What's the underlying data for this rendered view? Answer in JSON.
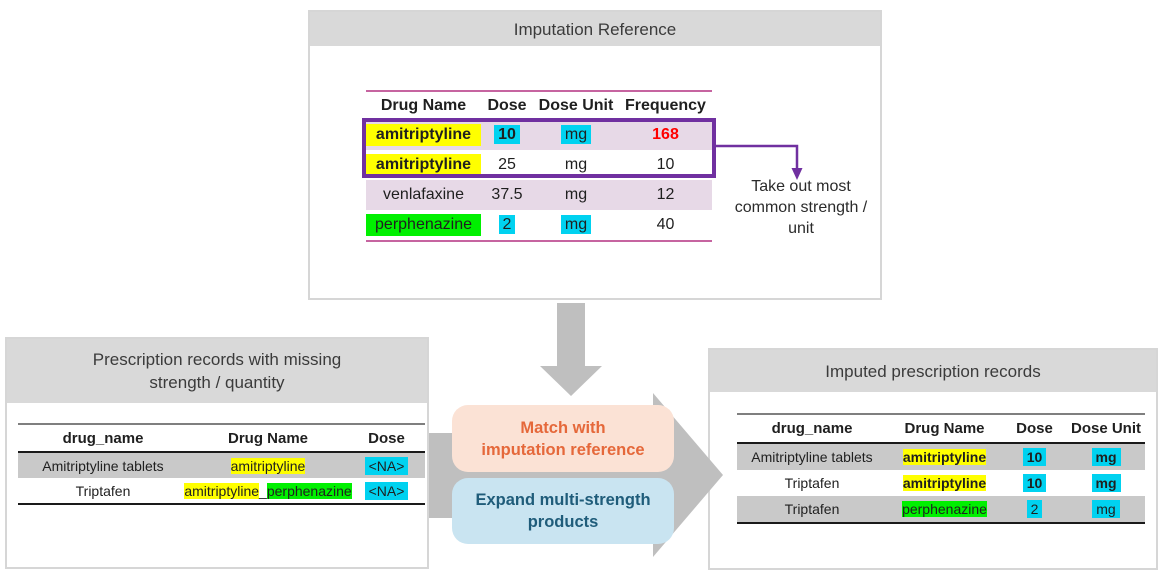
{
  "colors": {
    "header_fill": "#d9d9d9",
    "panel_border": "#d6d6d6",
    "arrow_gray": "#bfbfbf",
    "row_gray": "#c9c9c9",
    "row_pink": "#e7d9e7",
    "table_line_pink": "#c664a0",
    "purple": "#7030a0",
    "highlight_yellow": "#ffff00",
    "highlight_cyan": "#00d2f0",
    "highlight_green": "#00f000",
    "frequency_red": "#ff0000",
    "match_box_bg": "#fbe2d5",
    "match_box_text": "#e5683a",
    "expand_box_bg": "#c9e4f1",
    "expand_box_text": "#1f5c7a"
  },
  "reference_panel": {
    "title": "Imputation Reference",
    "annotation": {
      "line1": "Take out most",
      "line2": "common strength /",
      "line3": "unit"
    },
    "table": {
      "headers": [
        "Drug Name",
        "Dose",
        "Dose Unit",
        "Frequency"
      ],
      "rows": [
        {
          "drug": "amitriptyline",
          "dose": "10",
          "unit": "mg",
          "freq": "168"
        },
        {
          "drug": "amitriptyline",
          "dose": "25",
          "unit": "mg",
          "freq": "10"
        },
        {
          "drug": "venlafaxine",
          "dose": "37.5",
          "unit": "mg",
          "freq": "12"
        },
        {
          "drug": "perphenazine",
          "dose": "2",
          "unit": "mg",
          "freq": "40"
        }
      ]
    }
  },
  "missing_panel": {
    "title_line1": "Prescription records with missing",
    "title_line2": "strength / quantity",
    "table": {
      "headers": [
        "drug_name",
        "Drug Name",
        "Dose"
      ],
      "rows": [
        {
          "drug_name": "Amitriptyline tablets",
          "matched": "amitriptyline",
          "dose": "<NA>"
        },
        {
          "drug_name": "Triptafen",
          "matched_part1": "amitriptyline",
          "separator": "_",
          "matched_part2": "perphenazine",
          "dose": "<NA>"
        }
      ]
    }
  },
  "process": {
    "steps": [
      {
        "label_line1": "Match with",
        "label_line2": "imputation reference"
      },
      {
        "label_line1": "Expand multi-strength",
        "label_line2": "products"
      }
    ]
  },
  "imputed_panel": {
    "title": "Imputed prescription records",
    "table": {
      "headers": [
        "drug_name",
        "Drug Name",
        "Dose",
        "Dose Unit"
      ],
      "rows": [
        {
          "drug_name": "Amitriptyline tablets",
          "matched": "amitriptyline",
          "dose": "10",
          "unit": "mg"
        },
        {
          "drug_name": "Triptafen",
          "matched": "amitriptyline",
          "dose": "10",
          "unit": "mg"
        },
        {
          "drug_name": "Triptafen",
          "matched": "perphenazine",
          "dose": "2",
          "unit": "mg"
        }
      ]
    }
  }
}
